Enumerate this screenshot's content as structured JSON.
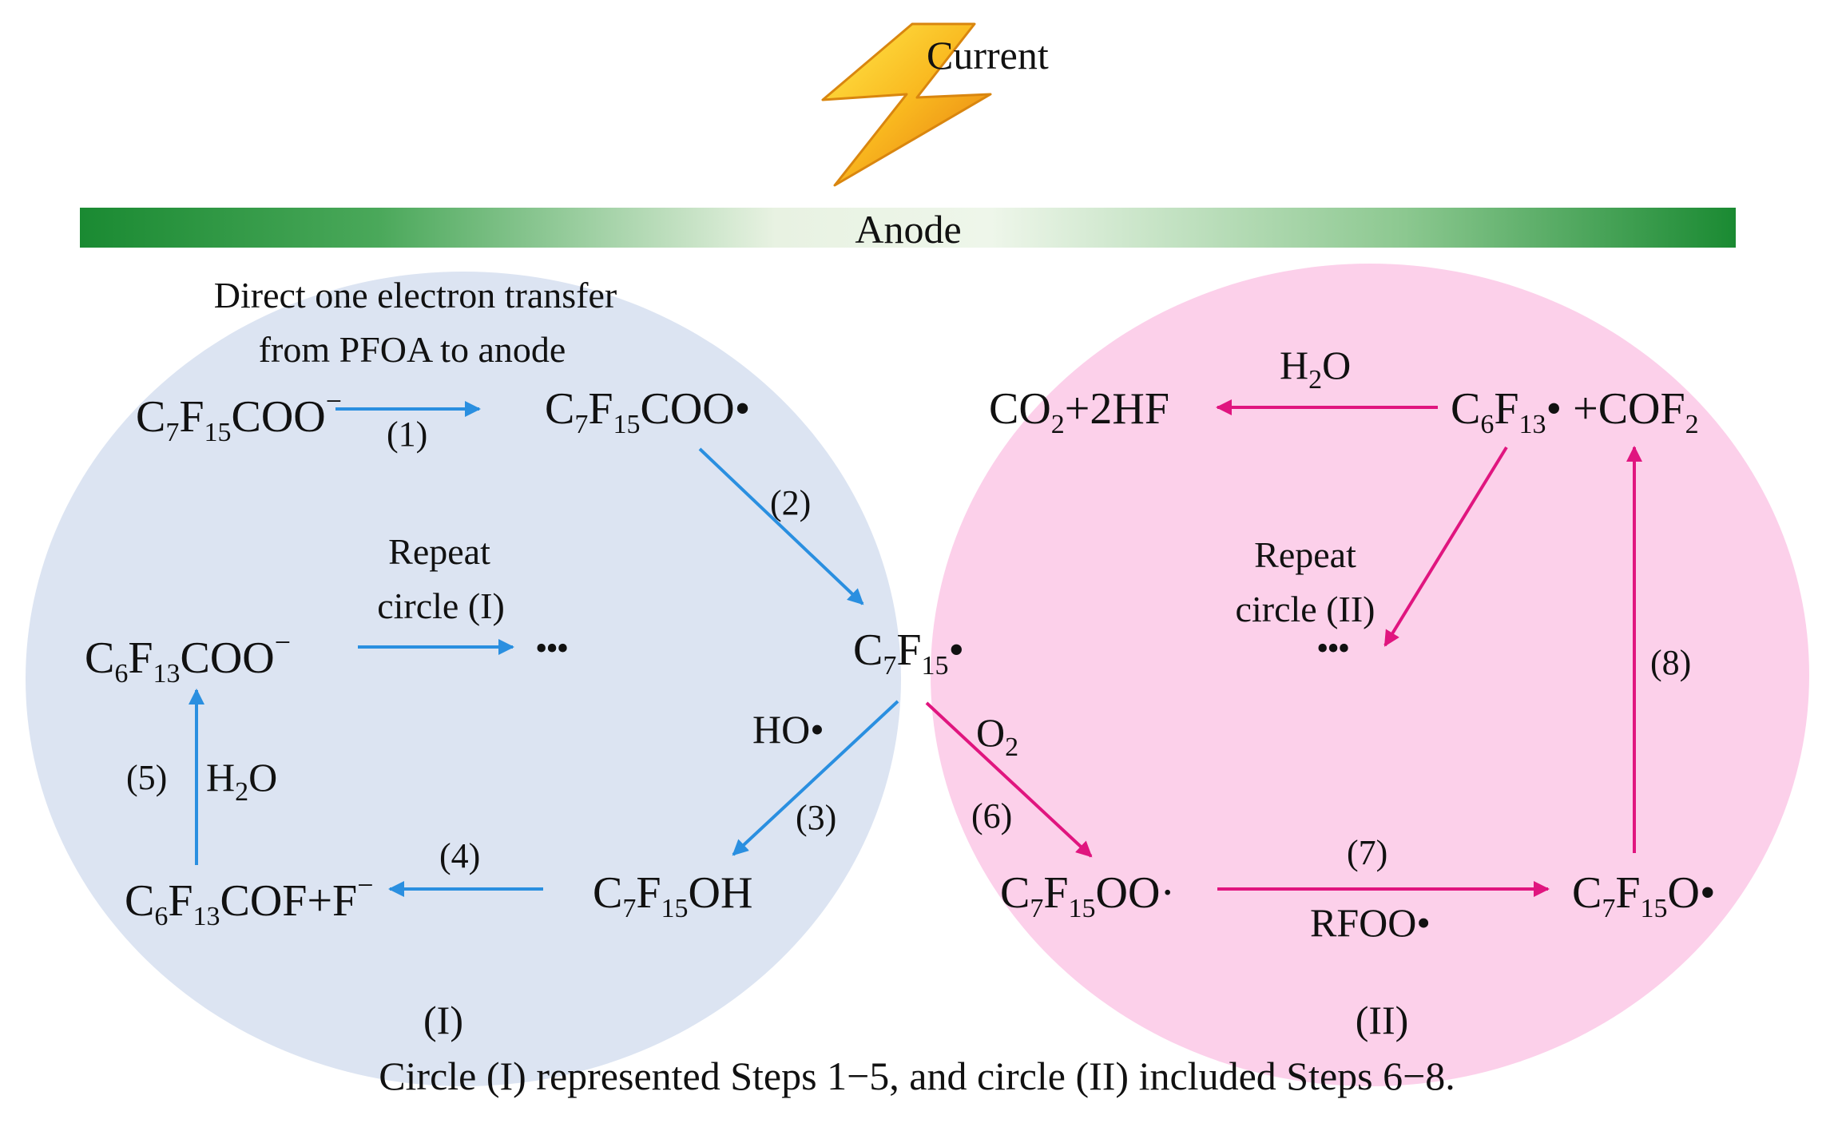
{
  "header": {
    "current_label": "Current",
    "anode_label": "Anode"
  },
  "annotation": {
    "line1": "Direct one electron transfer",
    "line2": "from PFOA to anode"
  },
  "circle_I": {
    "label": "(I)",
    "color": "#dce4f2",
    "arrow_color": "#2a8fe0",
    "species": {
      "pfoa_anion": {
        "p1": "C",
        "s1": "7",
        "p2": "F",
        "s2": "15",
        "p3": "COO",
        "sup": "−"
      },
      "acyloxy_radical": {
        "p1": "C",
        "s1": "7",
        "p2": "F",
        "s2": "15",
        "p3": "COO•"
      },
      "perfluoroheptyl_radical": {
        "p1": "C",
        "s1": "7",
        "p2": "F",
        "s2": "15",
        "p3": "•"
      },
      "alcohol": {
        "p1": "C",
        "s1": "7",
        "p2": "F",
        "s2": "15",
        "p3": "OH"
      },
      "acyl_fluoride": {
        "p1": "C",
        "s1": "6",
        "p2": "F",
        "s2": "13",
        "p3": "COF+F",
        "sup": "−"
      },
      "shorter_anion": {
        "p1": "C",
        "s1": "6",
        "p2": "F",
        "s2": "13",
        "p3": "COO",
        "sup": "−"
      }
    },
    "steps": [
      "(1)",
      "(2)",
      "(3)",
      "(4)",
      "(5)"
    ],
    "reagents": {
      "hydroxyl": "HO•",
      "water_p1": "H",
      "water_s": "2",
      "water_p2": "O"
    },
    "repeat_line1": "Repeat",
    "repeat_line2": "circle (I)",
    "ellipsis": "•••"
  },
  "circle_II": {
    "label": "(II)",
    "color": "#fcd0ea",
    "arrow_color": "#e0157f",
    "species": {
      "peroxyl": {
        "p1": "C",
        "s1": "7",
        "p2": "F",
        "s2": "15",
        "p3": "OO·"
      },
      "alkoxyl": {
        "p1": "C",
        "s1": "7",
        "p2": "F",
        "s2": "15",
        "p3": "O•"
      },
      "products_right": {
        "p1": "C",
        "s1": "6",
        "p2": "F",
        "s2": "13",
        "p3": "• +COF",
        "s3": "2"
      },
      "products_left": {
        "p1": "CO",
        "s1": "2",
        "p2": "+2HF"
      }
    },
    "steps": [
      "(6)",
      "(7)",
      "(8)"
    ],
    "reagents": {
      "oxygen_p1": "O",
      "oxygen_s": "2",
      "rfoo": "RFOO•",
      "water_p1": "H",
      "water_s": "2",
      "water_p2": "O"
    },
    "repeat_line1": "Repeat",
    "repeat_line2": "circle (II)",
    "ellipsis": "•••"
  },
  "caption": "Circle (I) represented Steps 1−5, and circle (II) included Steps 6−8."
}
